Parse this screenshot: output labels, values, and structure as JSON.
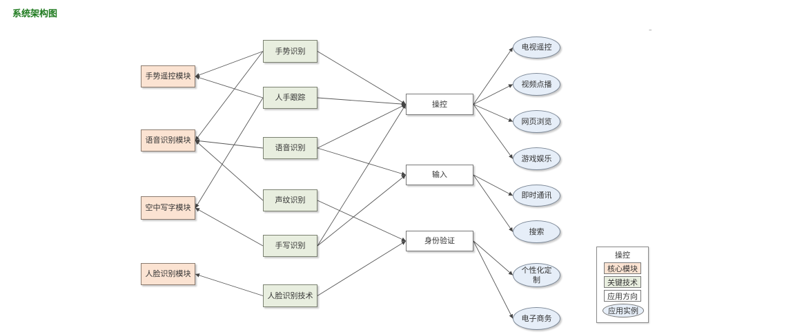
{
  "page": {
    "title": "系统架构图",
    "corner_mark": "–"
  },
  "diagram": {
    "core_modules": [
      "手势遥控模块",
      "语音识别模块",
      "空中写字模块",
      "人脸识别模块"
    ],
    "key_technologies": [
      "手势识别",
      "人手跟踪",
      "语音识别",
      "声纹识别",
      "手写识别",
      "人脸识别技术"
    ],
    "application_directions": [
      "操控",
      "输入",
      "身份验证"
    ],
    "application_instances": [
      "电视遥控",
      "视频点播",
      "网页浏览",
      "游戏娱乐",
      "即时通讯",
      "搜索",
      "个性化定制",
      "电子商务"
    ],
    "edges": [
      [
        "手势识别",
        "手势遥控模块"
      ],
      [
        "人手跟踪",
        "手势遥控模块"
      ],
      [
        "手势识别",
        "语音识别模块"
      ],
      [
        "语音识别",
        "语音识别模块"
      ],
      [
        "声纹识别",
        "语音识别模块"
      ],
      [
        "人手跟踪",
        "空中写字模块"
      ],
      [
        "手写识别",
        "空中写字模块"
      ],
      [
        "人脸识别技术",
        "人脸识别模块"
      ],
      [
        "手势识别",
        "操控"
      ],
      [
        "人手跟踪",
        "操控"
      ],
      [
        "语音识别",
        "操控"
      ],
      [
        "手写识别",
        "操控"
      ],
      [
        "语音识别",
        "输入"
      ],
      [
        "手写识别",
        "输入"
      ],
      [
        "声纹识别",
        "身份验证"
      ],
      [
        "人脸识别技术",
        "身份验证"
      ],
      [
        "操控",
        "电视遥控"
      ],
      [
        "操控",
        "视频点播"
      ],
      [
        "操控",
        "网页浏览"
      ],
      [
        "操控",
        "游戏娱乐"
      ],
      [
        "输入",
        "即时通讯"
      ],
      [
        "输入",
        "搜索"
      ],
      [
        "身份验证",
        "个性化定制"
      ],
      [
        "身份验证",
        "电子商务"
      ]
    ]
  },
  "legend": {
    "title": "操控",
    "items": [
      "核心模块",
      "关键技术",
      "应用方向",
      "应用实例"
    ]
  },
  "colors": {
    "core_fill": "#fbe3d2",
    "tech_fill": "#e8eedf",
    "app_fill": "#ffffff",
    "instance_fill": "#e6eef8",
    "title_green": "#1e7a1e"
  }
}
